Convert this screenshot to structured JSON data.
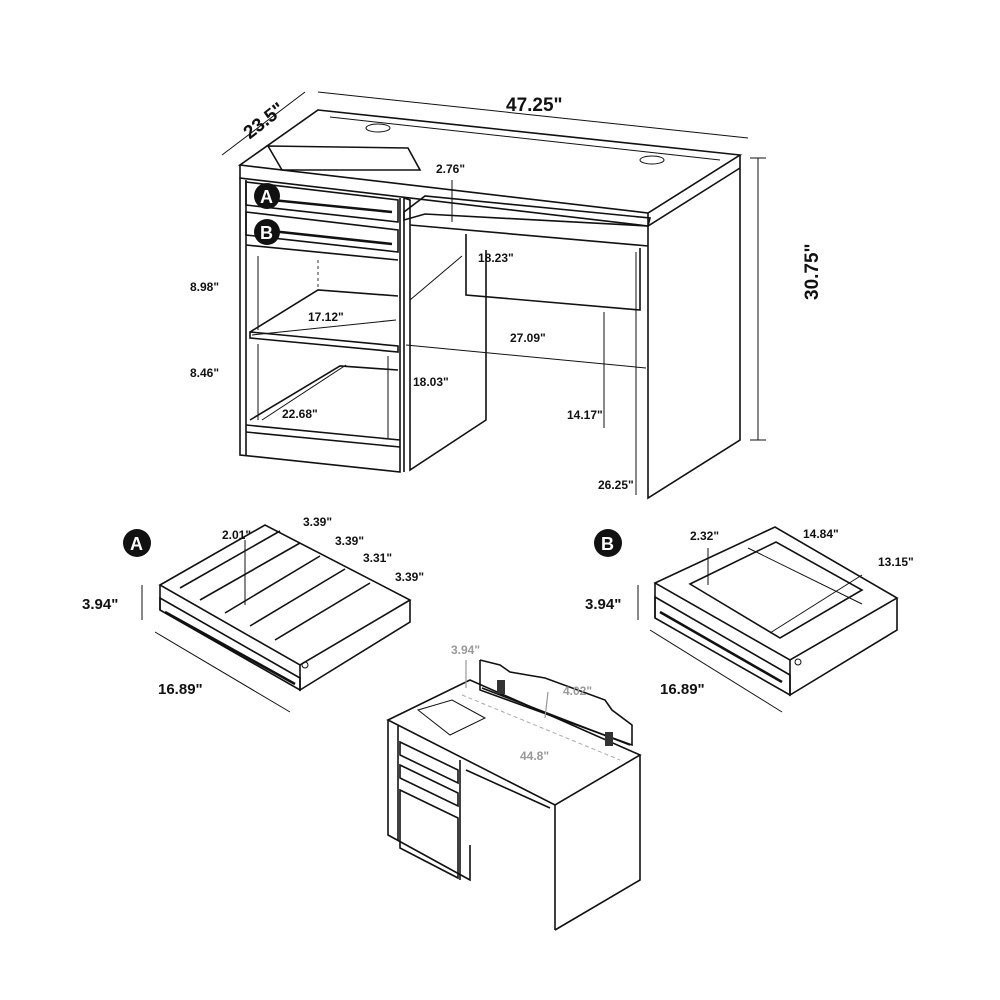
{
  "main_view": {
    "depth": "23.5\"",
    "width": "47.25\"",
    "height": "30.75\"",
    "keyboard_tray_gap": "2.76\"",
    "knee_depth": "18.23\"",
    "shelf_upper_height": "8.98\"",
    "shelf_width": "17.12\"",
    "knee_width": "27.09\"",
    "shelf_lower_height": "8.46\"",
    "cabinet_inner_height": "18.03\"",
    "cabinet_depth": "22.68\"",
    "apron_clearance": "14.17\"",
    "leg_clearance": "26.25\"",
    "drawer_a_label": "A",
    "drawer_b_label": "B"
  },
  "drawer_a": {
    "label": "A",
    "compartment_depth": "2.01\"",
    "divider_1": "3.39\"",
    "divider_2": "3.39\"",
    "divider_3": "3.31\"",
    "divider_4": "3.39\"",
    "height": "3.94\"",
    "width": "16.89\""
  },
  "drawer_b": {
    "label": "B",
    "inner_height": "2.32\"",
    "inner_width": "14.84\"",
    "inner_depth": "13.15\"",
    "height": "3.94\"",
    "width": "16.89\""
  },
  "hutch_view": {
    "riser_height": "3.94\"",
    "riser_depth": "4.02\"",
    "riser_width": "44.8\""
  }
}
